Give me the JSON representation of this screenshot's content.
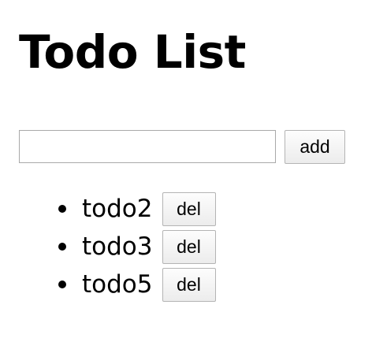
{
  "header": {
    "title": "Todo List"
  },
  "form": {
    "input_value": "",
    "add_label": "add"
  },
  "todos": [
    {
      "text": "todo2",
      "delete_label": "del"
    },
    {
      "text": "todo3",
      "delete_label": "del"
    },
    {
      "text": "todo5",
      "delete_label": "del"
    }
  ]
}
